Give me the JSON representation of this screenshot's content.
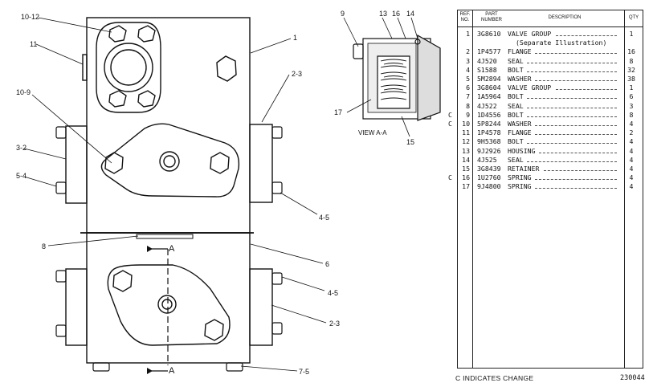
{
  "drawing": {
    "callouts": [
      "10-12",
      "11",
      "1",
      "2-3",
      "10-9",
      "3-2",
      "5-4",
      "8",
      "6",
      "4-5",
      "4-5",
      "2-3",
      "7-5",
      "9",
      "13",
      "16",
      "14",
      "17",
      "15"
    ],
    "section_letter": "A",
    "view_label": "VIEW A-A"
  },
  "parts_list": {
    "headers": {
      "ref": "REF. NO.",
      "part": "PART NUMBER",
      "desc": "DESCRIPTION",
      "qty": "QTY"
    },
    "rows": [
      {
        "c": "",
        "ref": "1",
        "pn": "3G8610",
        "desc": "VALVE GROUP",
        "qty": "1"
      },
      {
        "c": "",
        "ref": "",
        "pn": "",
        "desc": "(Separate Illustration)",
        "qty": ""
      },
      {
        "c": "",
        "ref": "2",
        "pn": "1P4577",
        "desc": "FLANGE",
        "qty": "16"
      },
      {
        "c": "",
        "ref": "3",
        "pn": "4J520",
        "desc": "SEAL",
        "qty": "8"
      },
      {
        "c": "",
        "ref": "4",
        "pn": "S1588",
        "desc": "BOLT",
        "qty": "32"
      },
      {
        "c": "",
        "ref": "5",
        "pn": "5M2894",
        "desc": "WASHER",
        "qty": "38"
      },
      {
        "c": "",
        "ref": "6",
        "pn": "3G8604",
        "desc": "VALVE GROUP",
        "qty": "1"
      },
      {
        "c": "",
        "ref": "7",
        "pn": "1A5964",
        "desc": "BOLT",
        "qty": "6"
      },
      {
        "c": "",
        "ref": "8",
        "pn": "4J522",
        "desc": "SEAL",
        "qty": "3"
      },
      {
        "c": "C",
        "ref": "9",
        "pn": "1D4556",
        "desc": "BOLT",
        "qty": "8"
      },
      {
        "c": "C",
        "ref": "10",
        "pn": "5P8244",
        "desc": "WASHER",
        "qty": "4"
      },
      {
        "c": "",
        "ref": "11",
        "pn": "1P4578",
        "desc": "FLANGE",
        "qty": "2"
      },
      {
        "c": "",
        "ref": "12",
        "pn": "9H5368",
        "desc": "BOLT",
        "qty": "4"
      },
      {
        "c": "",
        "ref": "13",
        "pn": "9J2926",
        "desc": "HOUSING",
        "qty": "4"
      },
      {
        "c": "",
        "ref": "14",
        "pn": "4J525",
        "desc": "SEAL",
        "qty": "4"
      },
      {
        "c": "",
        "ref": "15",
        "pn": "3G8439",
        "desc": "RETAINER",
        "qty": "4"
      },
      {
        "c": "C",
        "ref": "16",
        "pn": "1U2760",
        "desc": "SPRING",
        "qty": "4"
      },
      {
        "c": "",
        "ref": "17",
        "pn": "9J4800",
        "desc": "SPRING",
        "qty": "4"
      }
    ]
  },
  "footer": {
    "note": "C INDICATES CHANGE",
    "number": "230044"
  }
}
